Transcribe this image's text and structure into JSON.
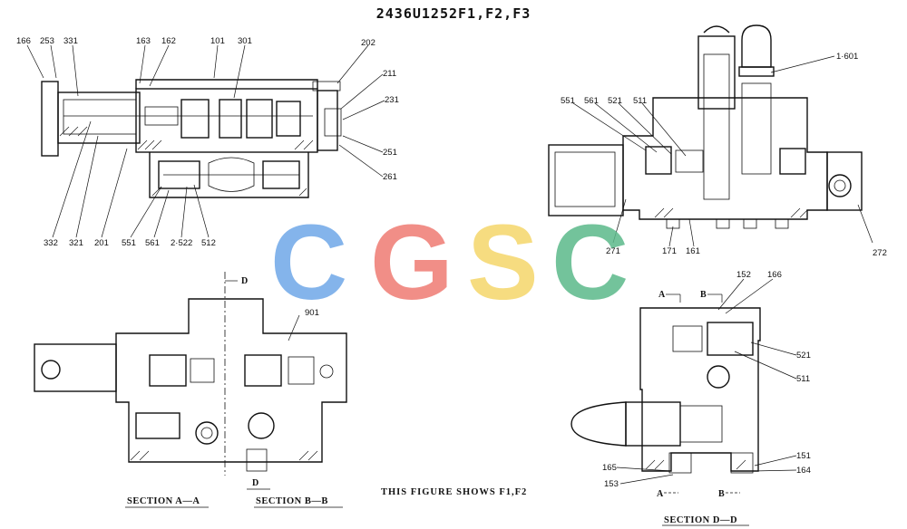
{
  "title": "2436U1252F1,F2,F3",
  "watermark": {
    "letters": [
      "C",
      "G",
      "S",
      "C"
    ],
    "colors": [
      "#6fa8e8",
      "#ef7b73",
      "#f5d66a",
      "#5bb98a"
    ]
  },
  "note": "THIS FIGURE SHOWS F1,F2",
  "sections": {
    "aa": "SECTION A—A",
    "bb": "SECTION B—B",
    "dd": "SECTION D—D"
  },
  "cut_marks": {
    "d_top": "D",
    "d_mid": "D",
    "a_top": "A",
    "b_top": "B",
    "a_bottom": "A",
    "b_bottom": "B",
    "d_bottom": "D"
  },
  "part_numbers": {
    "tl_166": "166",
    "tl_253": "253",
    "tl_331": "331",
    "tl_163": "163",
    "tl_162": "162",
    "tl_101": "101",
    "tl_301": "301",
    "tl_202": "202",
    "tl_211": "211",
    "tl_231": "231",
    "tl_251": "251",
    "tl_261": "261",
    "tl_332": "332",
    "tl_321": "321",
    "tl_201": "201",
    "tl_551": "551",
    "tl_561": "561",
    "tl_2522": "2·522",
    "tl_512": "512",
    "tr_1601": "1·601",
    "tr_551": "551",
    "tr_561": "561",
    "tr_521": "521",
    "tr_511": "511",
    "tr_271": "271",
    "tr_171": "171",
    "tr_161": "161",
    "tr_272": "272",
    "bl_901": "901",
    "br_152": "152",
    "br_166": "166",
    "br_521": "521",
    "br_511": "511",
    "br_151": "151",
    "br_164": "164",
    "br_165": "165",
    "br_153": "153"
  }
}
